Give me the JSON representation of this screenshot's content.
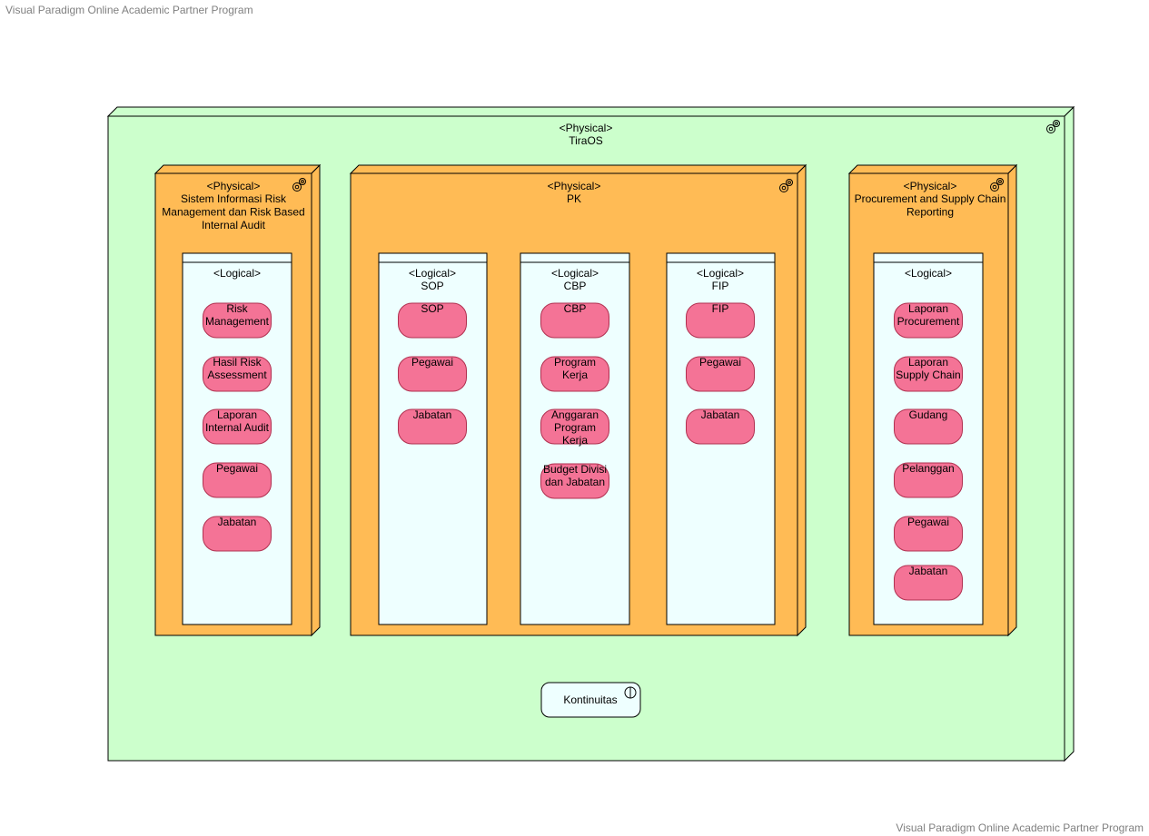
{
  "watermark": "Visual Paradigm Online Academic Partner Program",
  "colors": {
    "outer_fill": "#ccffcc",
    "node_fill": "#ffbb55",
    "logical_fill": "#eeffff",
    "entity_fill": "#f47396",
    "entity_stroke": "#b03050",
    "interface_fill": "#eeffff"
  },
  "outer": {
    "stereotype": "<Physical>",
    "name": "TiraOS",
    "icon": "gears-icon"
  },
  "nodes": [
    {
      "stereotype": "<Physical>",
      "name": [
        "Sistem Informasi Risk",
        "Management dan Risk Based",
        "Internal Audit"
      ],
      "icon": "gears-icon",
      "logicals": [
        {
          "stereotype": "<Logical>",
          "name": "",
          "items": [
            [
              "Risk",
              "Management"
            ],
            [
              "Hasil Risk",
              "Assessment"
            ],
            [
              "Laporan",
              "Internal Audit"
            ],
            [
              "Pegawai"
            ],
            [
              "Jabatan"
            ]
          ]
        }
      ]
    },
    {
      "stereotype": "<Physical>",
      "name": [
        "PK"
      ],
      "icon": "gears-icon",
      "logicals": [
        {
          "stereotype": "<Logical>",
          "name": "SOP",
          "items": [
            [
              "SOP"
            ],
            [
              "Pegawai"
            ],
            [
              "Jabatan"
            ]
          ]
        },
        {
          "stereotype": "<Logical>",
          "name": "CBP",
          "items": [
            [
              "CBP"
            ],
            [
              "Program",
              "Kerja"
            ],
            [
              "Anggaran",
              "Program",
              "Kerja"
            ],
            [
              "Budget Divisi",
              "dan Jabatan"
            ]
          ]
        },
        {
          "stereotype": "<Logical>",
          "name": "FIP",
          "items": [
            [
              "FIP"
            ],
            [
              "Pegawai"
            ],
            [
              "Jabatan"
            ]
          ]
        }
      ]
    },
    {
      "stereotype": "<Physical>",
      "name": [
        "Procurement and Supply Chain",
        "Reporting"
      ],
      "icon": "gears-icon",
      "logicals": [
        {
          "stereotype": "<Logical>",
          "name": "",
          "items": [
            [
              "Laporan",
              "Procurement"
            ],
            [
              "Laporan",
              "Supply Chain"
            ],
            [
              "Gudang"
            ],
            [
              "Pelanggan"
            ],
            [
              "Pegawai"
            ],
            [
              "Jabatan"
            ]
          ]
        }
      ]
    }
  ],
  "interface": {
    "name": "Kontinuitas",
    "icon": "interface-icon"
  }
}
